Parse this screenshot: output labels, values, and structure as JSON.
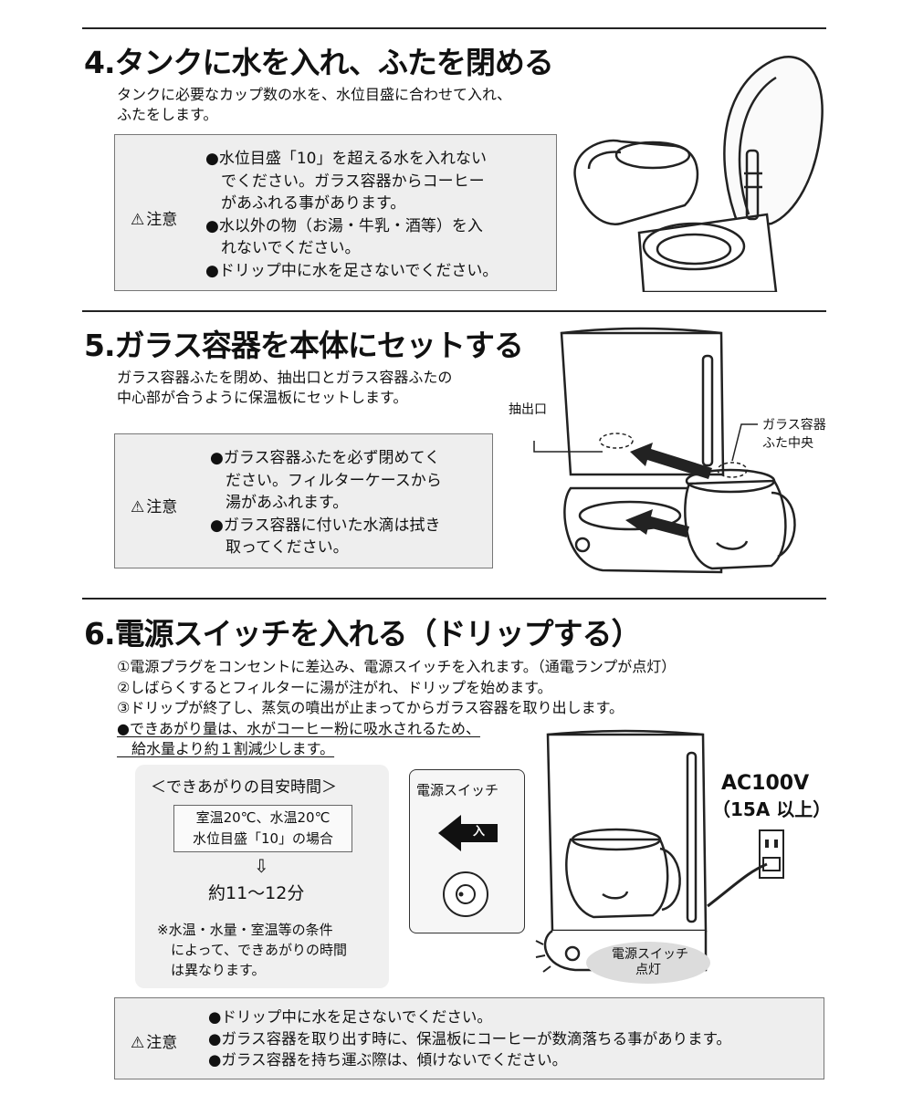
{
  "section4": {
    "title": "4.タンクに水を入れ、ふたを閉める",
    "desc": [
      "タンクに必要なカップ数の水を、水位目盛に合わせて入れ、",
      "ふたをします。"
    ],
    "caution_label": "注意",
    "cautions": [
      "●水位目盛「10」を超える水を入れない",
      "　でください。ガラス容器からコーヒー",
      "　があふれる事があります。",
      "●水以外の物（お湯・牛乳・酒等）を入",
      "　れないでください。",
      "●ドリップ中に水を足さないでください。"
    ]
  },
  "section5": {
    "title": "5.ガラス容器を本体にセットする",
    "desc": [
      "ガラス容器ふたを閉め、抽出口とガラス容器ふたの",
      "中心部が合うように保温板にセットします。"
    ],
    "caution_label": "注意",
    "cautions": [
      "●ガラス容器ふたを必ず閉めてく",
      "　ださい。フィルターケースから",
      "　湯があふれます。",
      "●ガラス容器に付いた水滴は拭き",
      "　取ってください。"
    ],
    "label_outlet": "抽出口",
    "label_lid_center": [
      "ガラス容器",
      "ふた中央"
    ]
  },
  "section6": {
    "title": "6.電源スイッチを入れる（ドリップする）",
    "steps": [
      "①電源プラグをコンセントに差込み、電源スイッチを入れます。（通電ランプが点灯）",
      "②しばらくするとフィルターに湯が注がれ、ドリップを始めます。",
      "③ドリップが終了し、蒸気の噴出が止まってからガラス容器を取り出します。"
    ],
    "note": [
      "●できあがり量は、水がコーヒー粉に吸水されるため、",
      "　給水量より約１割減少します。"
    ],
    "timing_title": "＜できあがりの目安時間＞",
    "timing_conditions": [
      "室温20℃、水温20℃",
      "水位目盛「10」の場合"
    ],
    "timing_arrow": "⇩",
    "timing_result": "約11～12分",
    "timing_note": [
      "※水温・水量・室温等の条件",
      "　によって、できあがりの時間",
      "　は異なります。"
    ],
    "switch_title": "電源スイッチ",
    "switch_on": "入",
    "power": [
      "AC100V",
      "（15A 以上）"
    ],
    "lamp_label": [
      "電源スイッチ",
      "点灯"
    ],
    "caution_label": "注意",
    "cautions": [
      "●ドリップ中に水を足さないでください。",
      "●ガラス容器を取り出す時に、保温板にコーヒーが数滴落ちる事があります。",
      "●ガラス容器を持ち運ぶ際は、傾けないでください。"
    ]
  }
}
